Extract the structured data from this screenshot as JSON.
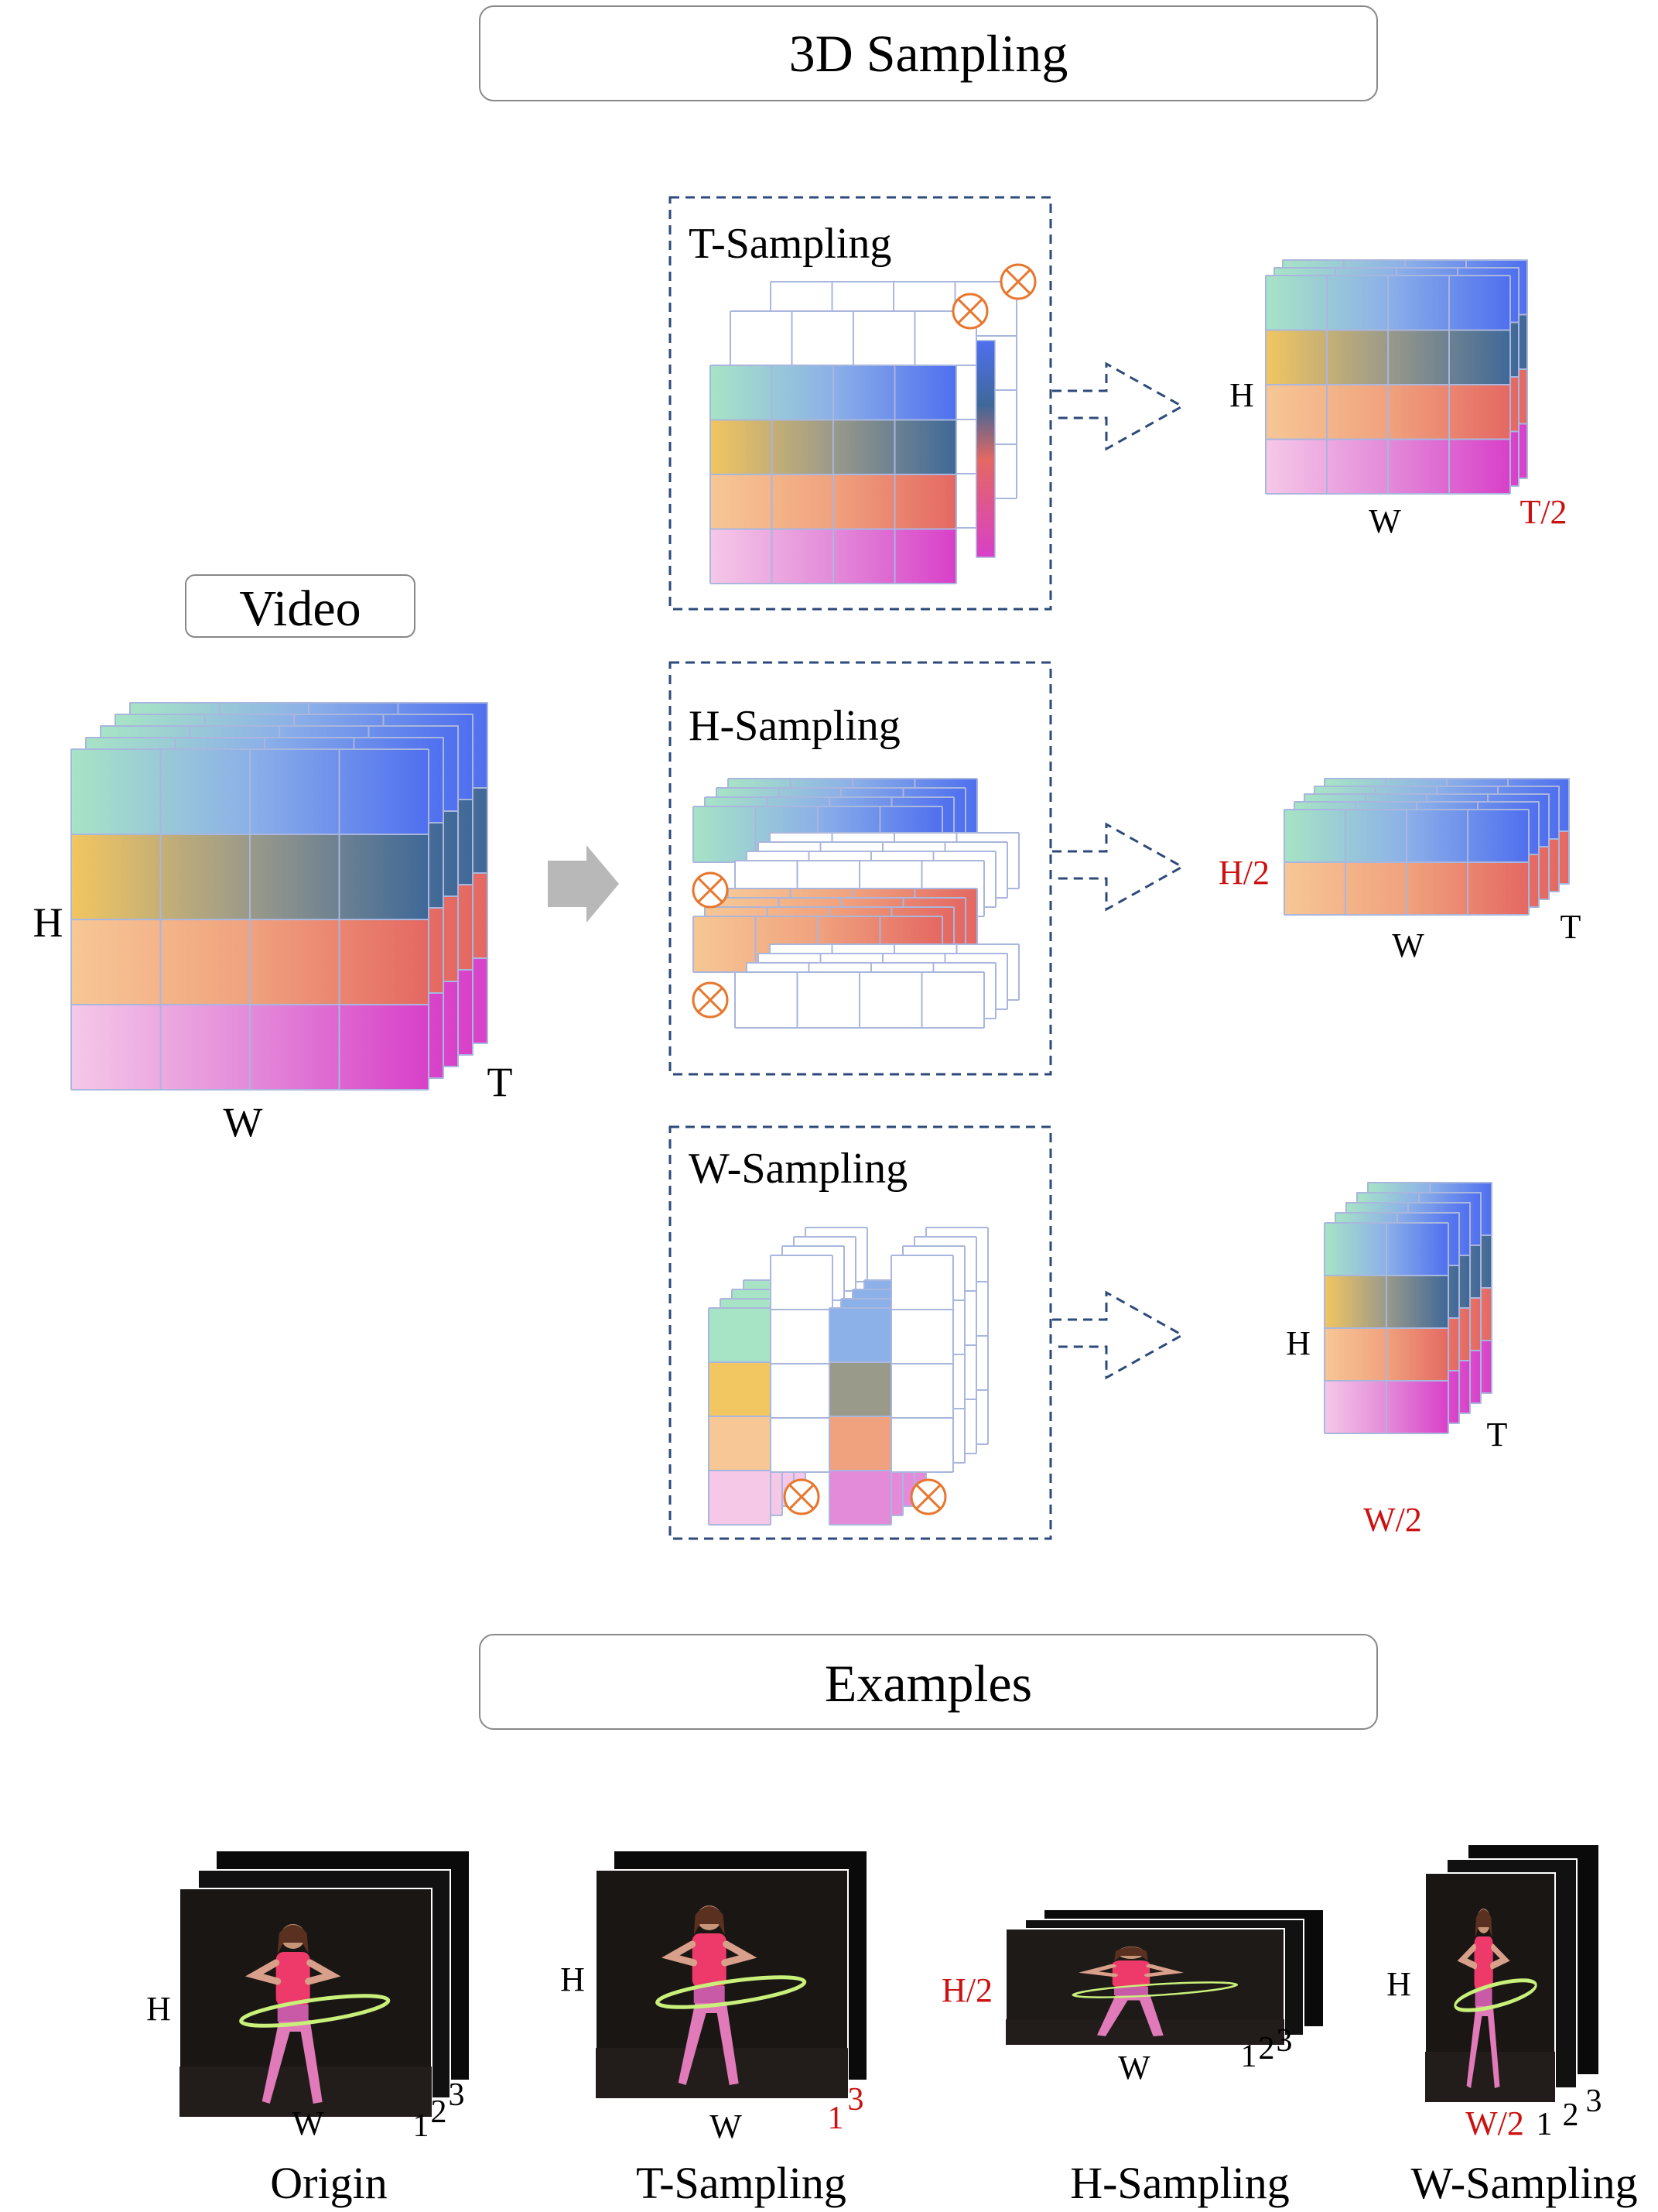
{
  "header": {
    "title": "3D Sampling"
  },
  "video": {
    "label": "Video",
    "axis_h": "H",
    "axis_w": "W",
    "axis_t": "T"
  },
  "panels": {
    "t_sampling": {
      "title": "T-Sampling"
    },
    "h_sampling": {
      "title": "H-Sampling"
    },
    "w_sampling": {
      "title": "W-Sampling"
    }
  },
  "results": {
    "t": {
      "h": "H",
      "w": "W",
      "t": "T/2"
    },
    "h": {
      "h": "H/2",
      "w": "W",
      "t": "T"
    },
    "w": {
      "h": "H",
      "w": "W/2",
      "t": "T"
    }
  },
  "examples": {
    "title": "Examples",
    "origin": {
      "caption": "Origin",
      "h": "H",
      "w": "W",
      "f1": "1",
      "f2": "2",
      "f3": "3"
    },
    "t_sampling": {
      "caption": "T-Sampling",
      "h": "H",
      "w": "W",
      "f1": "1",
      "f3": "3"
    },
    "h_sampling": {
      "caption": "H-Sampling",
      "h": "H/2",
      "w": "W",
      "f1": "1",
      "f2": "2",
      "f3": "3"
    },
    "w_sampling": {
      "caption": "W-Sampling",
      "h": "H",
      "w": "W/2",
      "f1": "1",
      "f2": "2",
      "f3": "3"
    }
  },
  "colors": {
    "accent_red": "#cc1111",
    "dash_blue": "#2c4a7a",
    "cross_orange": "#e8772e",
    "grid_line": "#a9b6dd"
  }
}
